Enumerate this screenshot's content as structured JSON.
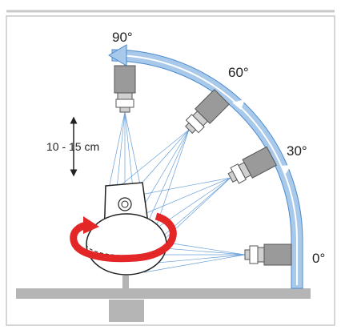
{
  "labels": {
    "angle_0": "0°",
    "angle_30": "30°",
    "angle_60": "60°",
    "angle_90": "90°",
    "distance": "10 - 15 cm"
  },
  "colors": {
    "frame": "#c8c8c8",
    "arc_fill": "#a9c9ea",
    "arc_stroke": "#4a8ad1",
    "arc_light": "#ffffff",
    "sensor_gray": "#9a9a9a",
    "sensor_dark": "#555555",
    "beam": "#6a9fd8",
    "rotation_arrow": "#e32626",
    "base_gray": "#b5b5b5",
    "text": "#222222"
  },
  "icons": {
    "sensor": "sensor-icon",
    "rotation": "rotation-arrow-icon",
    "distance": "double-arrow-icon"
  }
}
